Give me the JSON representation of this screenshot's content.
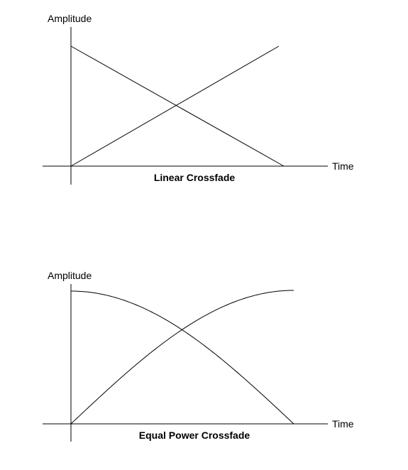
{
  "colors": {
    "ink": "#000000",
    "background": "#ffffff"
  },
  "panels": [
    {
      "y_axis_label": "Amplitude",
      "x_axis_label": "Time",
      "title": "Linear Crossfade",
      "curve_shape": "linear"
    },
    {
      "y_axis_label": "Amplitude",
      "x_axis_label": "Time",
      "title": "Equal Power Crossfade",
      "curve_shape": "equal-power"
    }
  ]
}
